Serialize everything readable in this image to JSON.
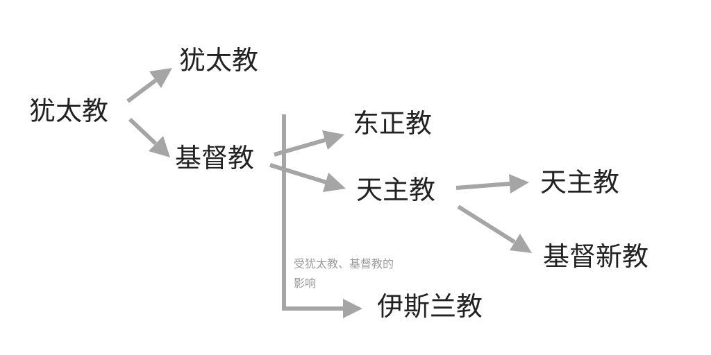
{
  "diagram": {
    "nodes": {
      "judaism_root": "犹太教",
      "judaism": "犹太教",
      "christianity": "基督教",
      "eastern_orthodox": "东正教",
      "catholicism": "天主教",
      "catholicism_continued": "天主教",
      "protestantism": "基督新教",
      "islam": "伊斯兰教"
    },
    "influence_note": {
      "line1": "受犹太教、基督教的",
      "line2": "影响"
    },
    "edge_color": "#a5a5a5",
    "text_color": "#222222",
    "note_color": "#9a9a9a"
  }
}
